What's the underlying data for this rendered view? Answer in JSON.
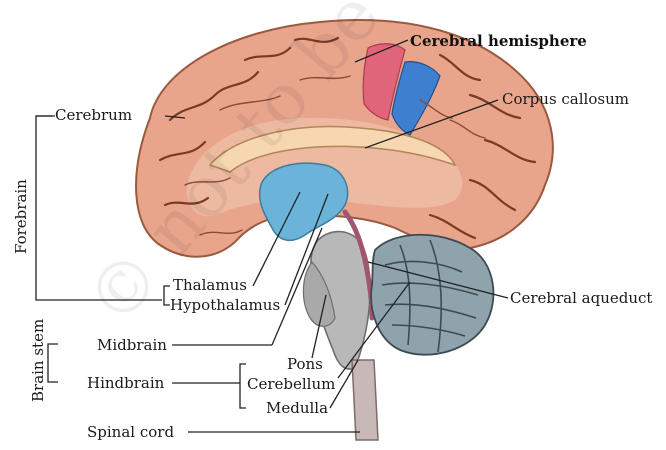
{
  "labels": {
    "cerebral_hemisphere": "Cerebral hemisphere",
    "corpus_callosum": "Corpus callosum",
    "cerebrum": "Cerebrum",
    "forebrain": "Forebrain",
    "thalamus": "Thalamus",
    "hypothalamus": "Hypothalamus",
    "cerebral_aqueduct": "Cerebral aqueduct",
    "brain_stem": "Brain stem",
    "midbrain": "Midbrain",
    "hindbrain": "Hindbrain",
    "pons": "Pons",
    "cerebellum": "Cerebellum",
    "medulla": "Medulla",
    "spinal_cord": "Spinal cord"
  },
  "watermark": "© not to be republished",
  "colors": {
    "cortex": "#e8a58c",
    "cortex_dark": "#c97a5e",
    "ventricle": "#6bb3d8",
    "hemisphere_highlight_red": "#e0647a",
    "hemisphere_highlight_blue": "#3f7fd0",
    "corpus_callosum": "#f6d7b0",
    "brainstem": "#b8b8b8",
    "cerebellum": "#8fa3ad",
    "spinal_cord": "#c9b8b8"
  }
}
